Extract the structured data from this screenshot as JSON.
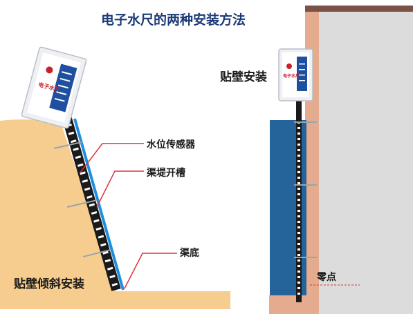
{
  "title": "电子水尺的两种安装方法",
  "labels": {
    "wall_mount": "贴壁安装",
    "water_level_sensor": "水位传感器",
    "channel_slot": "渠堤开槽",
    "channel_bottom": "渠底",
    "inclined_mount": "贴壁倾斜安装",
    "zero_point": "零点"
  },
  "device": {
    "brand_text": "电子水尺"
  },
  "colors": {
    "title": "#1b3a78",
    "soil": "#f6cd8f",
    "leader_line": "#e0303a",
    "blue_slot": "#1e8fe0",
    "water": "#24649a",
    "wall": "#dcdcdc",
    "wall_edge": "#e5ab8e",
    "wall_cap": "#7a5246",
    "device_panel": "#1e4fa0"
  }
}
